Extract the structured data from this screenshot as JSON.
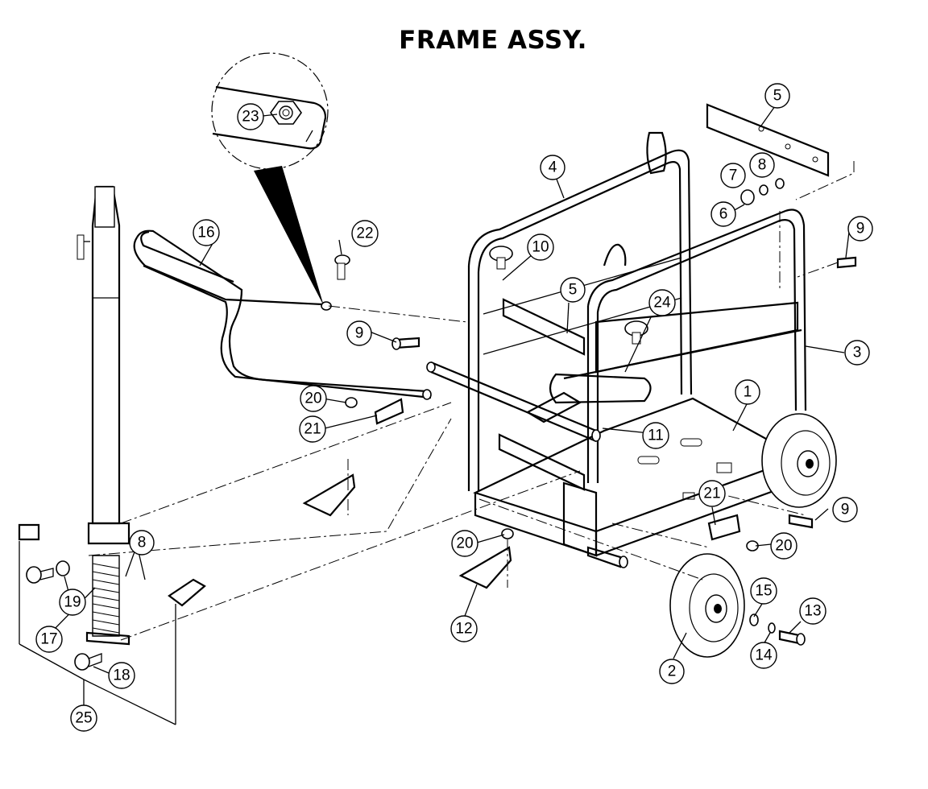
{
  "title": "FRAME ASSY.",
  "callouts": [
    {
      "id": "c1",
      "label": "1"
    },
    {
      "id": "c2",
      "label": "2"
    },
    {
      "id": "c3",
      "label": "3"
    },
    {
      "id": "c4",
      "label": "4"
    },
    {
      "id": "c5a",
      "label": "5"
    },
    {
      "id": "c5b",
      "label": "5"
    },
    {
      "id": "c6",
      "label": "6"
    },
    {
      "id": "c7",
      "label": "7"
    },
    {
      "id": "c8a",
      "label": "8"
    },
    {
      "id": "c8b",
      "label": "8"
    },
    {
      "id": "c9a",
      "label": "9"
    },
    {
      "id": "c9b",
      "label": "9"
    },
    {
      "id": "c9c",
      "label": "9"
    },
    {
      "id": "c10",
      "label": "10"
    },
    {
      "id": "c11",
      "label": "11"
    },
    {
      "id": "c12",
      "label": "12"
    },
    {
      "id": "c13",
      "label": "13"
    },
    {
      "id": "c14",
      "label": "14"
    },
    {
      "id": "c15",
      "label": "15"
    },
    {
      "id": "c16",
      "label": "16"
    },
    {
      "id": "c17",
      "label": "17"
    },
    {
      "id": "c18",
      "label": "18"
    },
    {
      "id": "c19",
      "label": "19"
    },
    {
      "id": "c20a",
      "label": "20"
    },
    {
      "id": "c20b",
      "label": "20"
    },
    {
      "id": "c20c",
      "label": "20"
    },
    {
      "id": "c21a",
      "label": "21"
    },
    {
      "id": "c21b",
      "label": "21"
    },
    {
      "id": "c22",
      "label": "22"
    },
    {
      "id": "c23",
      "label": "23"
    },
    {
      "id": "c24",
      "label": "24"
    },
    {
      "id": "c25",
      "label": "25"
    }
  ]
}
